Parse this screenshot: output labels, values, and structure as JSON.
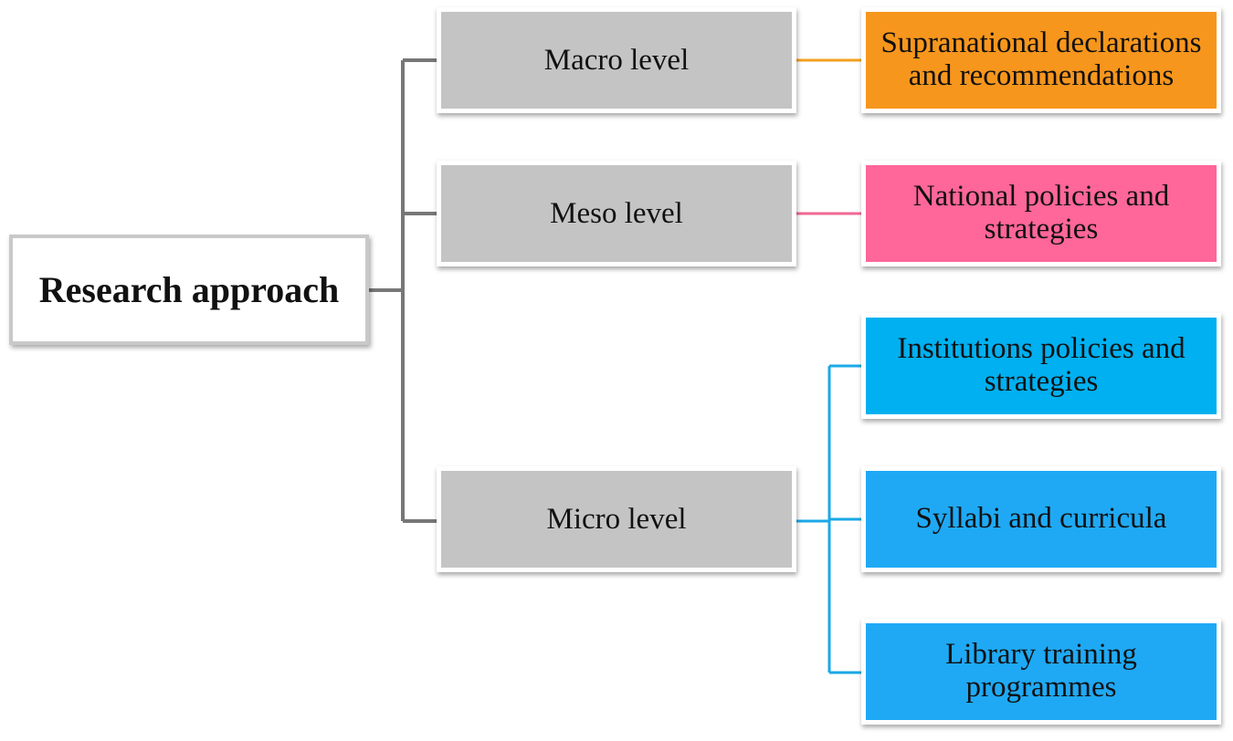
{
  "root": {
    "label": "Research approach"
  },
  "levels": [
    {
      "label": "Macro level",
      "color": "#c4c4c4",
      "connector_color": "#f5a020",
      "children": [
        {
          "line1": "Supranational declarations",
          "line2": "and recommendations",
          "color": "#f7961d"
        }
      ]
    },
    {
      "label": "Meso level",
      "color": "#c4c4c4",
      "connector_color": "#f06894",
      "children": [
        {
          "line1": "National policies and",
          "line2": "strategies",
          "color": "#ff6699"
        }
      ]
    },
    {
      "label": "Micro level",
      "color": "#c4c4c4",
      "connector_color": "#1aa8e6",
      "children": [
        {
          "line1": "Institutions policies and",
          "line2": "strategies",
          "color": "#00b0f0"
        },
        {
          "line1": "Syllabi and curricula",
          "line2": "",
          "color": "#1fa9f5"
        },
        {
          "line1": "Library training",
          "line2": "programmes",
          "color": "#1fa9f5"
        }
      ]
    }
  ],
  "colors": {
    "root_connector": "#777777"
  }
}
